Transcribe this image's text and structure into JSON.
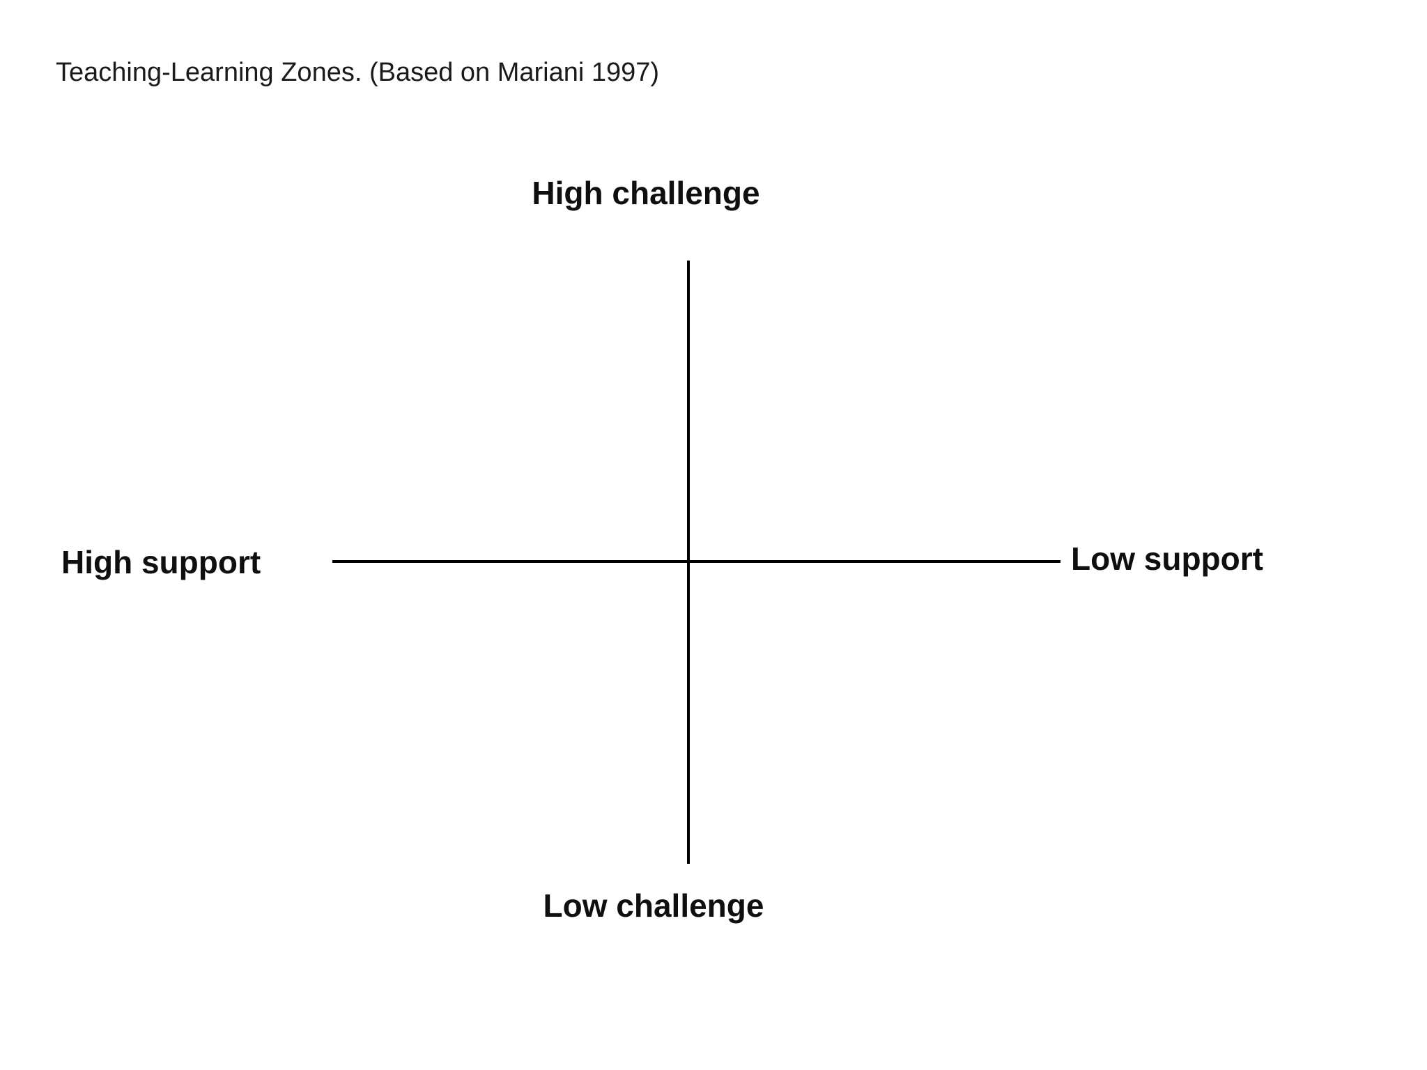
{
  "slide": {
    "title": "Teaching-Learning Zones. (Based on Mariani 1997)"
  },
  "quadrant": {
    "top_label": "High challenge",
    "bottom_label": "Low challenge",
    "left_label": "High support",
    "right_label": "Low support"
  },
  "colors": {
    "background": "#ffffff",
    "text": "#1a1a1a",
    "label_text": "#0f0f0f",
    "axis_line": "#000000"
  }
}
